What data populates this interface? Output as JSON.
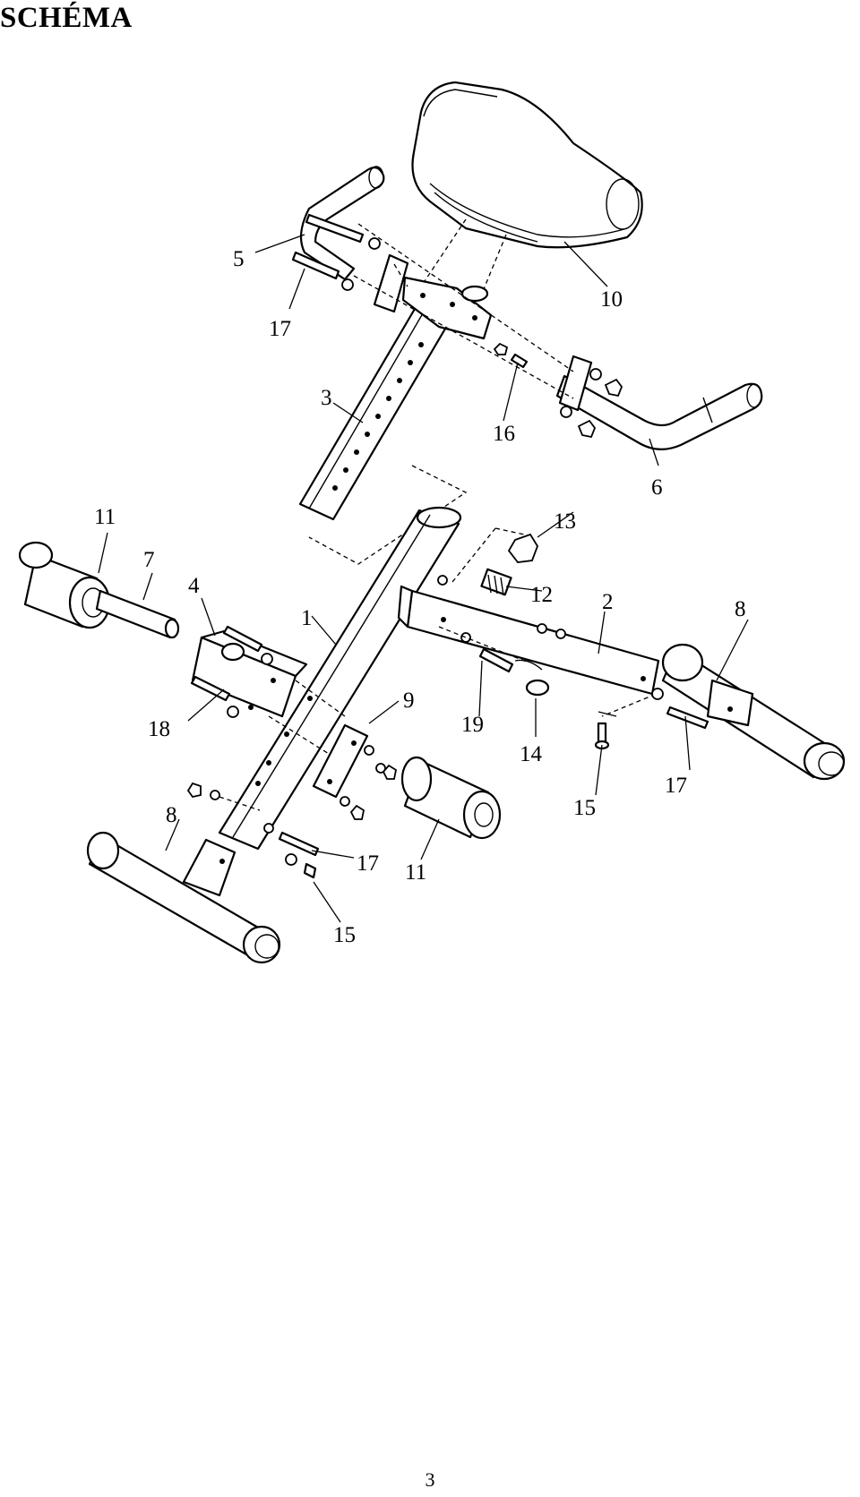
{
  "title": "SCHÉMA",
  "page_number": "3",
  "callouts": {
    "c1": "1",
    "c2": "2",
    "c3": "3",
    "c4": "4",
    "c5": "5",
    "c6": "6",
    "c7": "7",
    "c8a": "8",
    "c8b": "8",
    "c9": "9",
    "c10": "10",
    "c11a": "11",
    "c11b": "11",
    "c12": "12",
    "c13": "13",
    "c14": "14",
    "c15a": "15",
    "c15b": "15",
    "c16": "16",
    "c17a": "17",
    "c17b": "17",
    "c17c": "17",
    "c18": "18",
    "c19": "19"
  }
}
